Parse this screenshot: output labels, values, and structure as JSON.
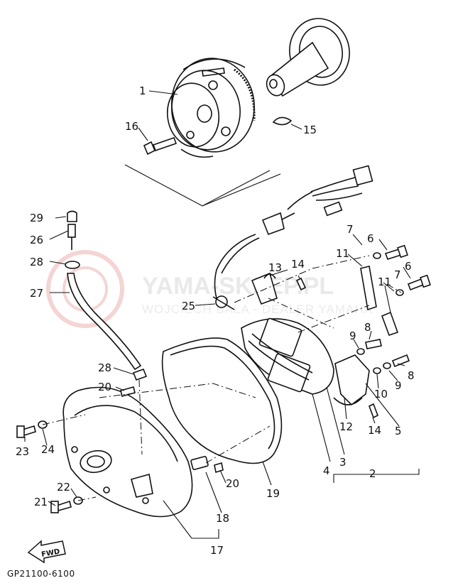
{
  "watermark": {
    "line1": "YAMA-SKLEP.PL",
    "line2": "WOJCIECH BAŁA - DEALER YAMAHA"
  },
  "diagram_code": "GP21100-6100",
  "fwd_label": "FWD",
  "labels": {
    "p1": "1",
    "p2": "2",
    "p3": "3",
    "p4": "4",
    "p5": "5",
    "p6a": "6",
    "p6b": "6",
    "p7a": "7",
    "p7b": "7",
    "p8a": "8",
    "p8b": "8",
    "p9a": "9",
    "p9b": "9",
    "p10": "10",
    "p11a": "11",
    "p11b": "11",
    "p12": "12",
    "p13": "13",
    "p14a": "14",
    "p14b": "14",
    "p15": "15",
    "p16": "16",
    "p17": "17",
    "p18": "18",
    "p19": "19",
    "p20a": "20",
    "p20b": "20",
    "p21": "21",
    "p22": "22",
    "p23": "23",
    "p24": "24",
    "p25": "25",
    "p26": "26",
    "p27": "27",
    "p28a": "28",
    "p28b": "28",
    "p29": "29"
  },
  "colors": {
    "line": "#111111",
    "watermark": "#e5e5e5",
    "logo_red": "#f4c9c9"
  }
}
